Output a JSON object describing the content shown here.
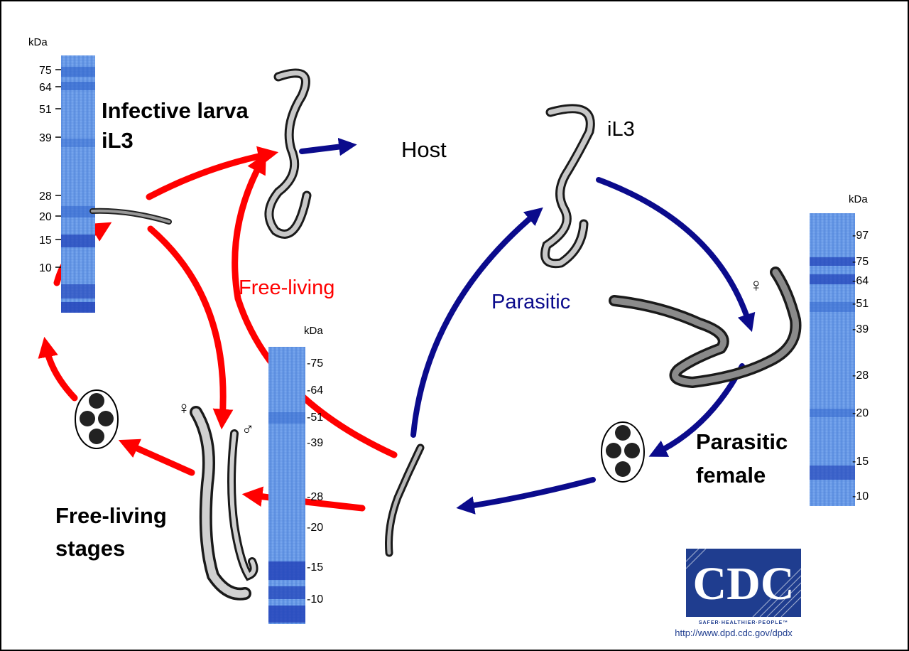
{
  "labels": {
    "infective_larva_line1": "Infective larva",
    "infective_larva_line2": "iL3",
    "host": "Host",
    "il3": "iL3",
    "free_living": "Free-living",
    "parasitic": "Parasitic",
    "parasitic_female_line1": "Parasitic",
    "parasitic_female_line2": "female",
    "free_living_stages_line1": "Free-living",
    "free_living_stages_line2": "stages"
  },
  "symbols": {
    "female_sign": "♀",
    "male_sign": "♂"
  },
  "gels": {
    "infective": {
      "unit": "kDa",
      "ticks": [
        "75",
        "64",
        "51",
        "39",
        "28",
        "20",
        "15",
        "10"
      ]
    },
    "free_living": {
      "unit": "kDa",
      "ticks": [
        "-75",
        "-64",
        "-51",
        "-39",
        "-28",
        "-20",
        "-15",
        "-10"
      ]
    },
    "parasitic": {
      "unit": "kDa",
      "ticks": [
        "-97",
        "-75",
        "-64",
        "-51",
        "-39",
        "-28",
        "-20",
        "-15",
        "-10"
      ]
    }
  },
  "logo": {
    "letters": "CDC",
    "tagline": "SAFER·HEALTHIER·PEOPLE™",
    "url": "http://www.dpd.cdc.gov/dpdx"
  },
  "colors": {
    "free_living_arrow": "#ff0000",
    "parasitic_arrow": "#0b0b8c",
    "gel_blue": "#5b8ee0",
    "cdc_blue": "#1f3d8f"
  }
}
